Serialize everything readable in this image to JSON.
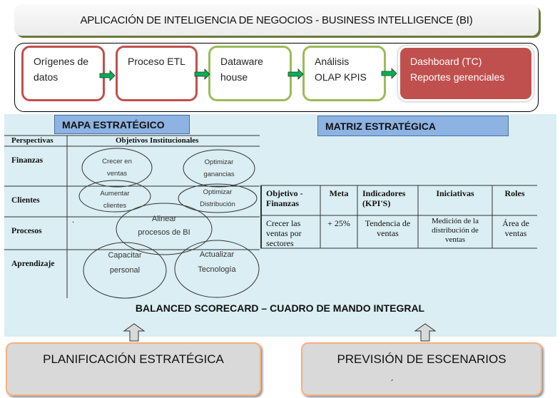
{
  "title": "APLICACIÓN DE INTELIGENCIA DE NEGOCIOS - BUSINESS INTELLIGENCE  (BI)",
  "pipeline": [
    {
      "line1": "Orígenes de",
      "line2": "datos"
    },
    {
      "line1": "Proceso ETL",
      "line2": ""
    },
    {
      "line1": "Dataware",
      "line2": "house"
    },
    {
      "line1": "Análisis",
      "line2": "OLAP KPIS"
    },
    {
      "line1": "Dashboard (TC)",
      "line2": "Reportes gerenciales"
    }
  ],
  "mapa": {
    "label": "MAPA ESTRATÉGICO",
    "headers": [
      "Perspectivas",
      "Objetivos Institucionales"
    ],
    "rows": [
      "Finanzas",
      "Clientes",
      "Procesos",
      "Aprendizaje"
    ],
    "dot": ".",
    "objectives": [
      {
        "l1": "Crecer en",
        "l2": "ventas"
      },
      {
        "l1": "Optimizar",
        "l2": "ganancias"
      },
      {
        "l1": "Aumentar",
        "l2": "clientes"
      },
      {
        "l1": "Optimizar",
        "l2": "Distribución"
      },
      {
        "l1": "Alinear",
        "l2": "procesos de BI"
      },
      {
        "l1": "Capacitar",
        "l2": "personal"
      },
      {
        "l1": "Actualizar",
        "l2": "Tecnología"
      }
    ]
  },
  "matriz": {
    "label": "MATRIZ ESTRATÉGICA",
    "headers": [
      "Objetivo - Finanzas",
      "Meta",
      "Indicadores (KPI'S)",
      "Iniciativas",
      "Roles"
    ],
    "row": [
      "Crecer las ventas por sectores",
      "+ 25%",
      "Tendencia de ventas",
      "Medición de la distribución de ventas",
      "Área  de ventas"
    ]
  },
  "balanced": "BALANCED SCORECARD – CUADRO DE MANDO INTEGRAL",
  "bottom": {
    "left": "PLANIFICACIÓN ESTRATÉGICA",
    "right": "PREVISIÓN DE ESCENARIOS",
    "right_mark": "´"
  },
  "colors": {
    "red": "#c0504d",
    "green": "#9bbb59",
    "label_blue": "#8db3e2",
    "panel": "#daeef3"
  }
}
